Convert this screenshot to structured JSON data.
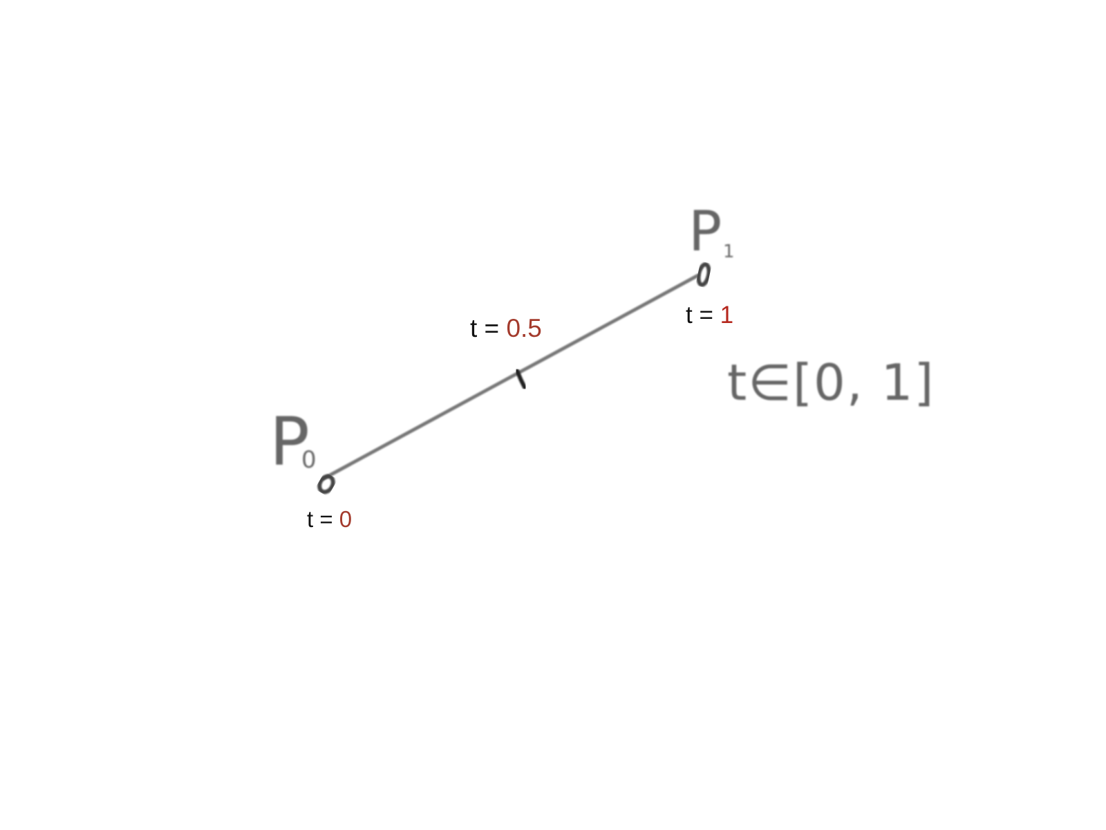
{
  "diagram": {
    "points": [
      {
        "name": "P",
        "subscript": "0"
      },
      {
        "name": "P",
        "subscript": "1"
      }
    ],
    "parameter_labels": [
      {
        "prefix": "t = ",
        "value": "0"
      },
      {
        "prefix": "t = ",
        "value": "0.5"
      },
      {
        "prefix": "t = ",
        "value": "1"
      }
    ],
    "interval_note": "t∈[0, 1]",
    "colors": {
      "segment": "#777777",
      "ink": "#555555",
      "value_text": "#a33a2c",
      "label_text": "#111111"
    }
  }
}
